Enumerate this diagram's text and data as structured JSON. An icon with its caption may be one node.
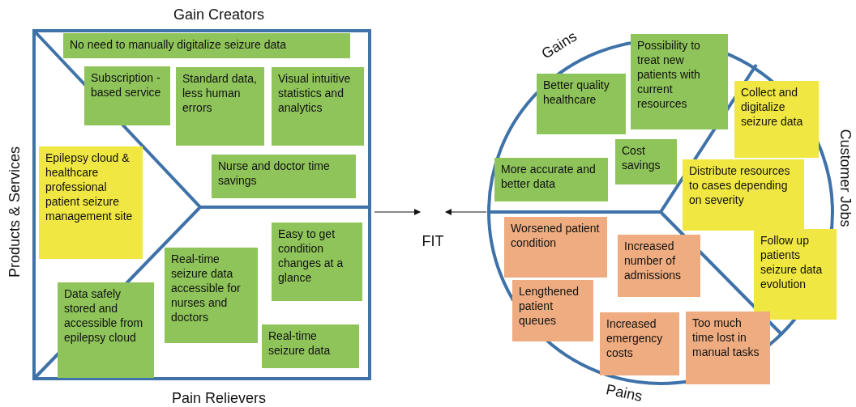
{
  "diagram": {
    "nodes": [
      {
        "text": [
          "Gain Creators",
          "Products & Services",
          "Pain Relievers"
        ]
      },
      {
        "text": [
          "No need to manually digitalize seizure data"
        ],
        "in": 0
      },
      {
        "text": [
          "Subscription -based service"
        ],
        "in": 0
      },
      {
        "text": [
          "Standard data, less human errors"
        ],
        "in": 0
      },
      {
        "text": [
          "Visual intuitive statistics and analytics"
        ],
        "in": 0
      },
      {
        "text": [
          "Epilepsy cloud & healthcare professional patient seizure management site"
        ],
        "in": 0
      },
      {
        "text": [
          "Nurse and doctor time savings"
        ],
        "in": 0
      },
      {
        "text": [
          "Easy to get condition changes at a glance"
        ],
        "in": 0
      },
      {
        "text": [
          "Real-time seizure data accessible for nurses and doctors"
        ],
        "in": 0
      },
      {
        "text": [
          "Data safely stored and accessible from epilepsy cloud"
        ],
        "in": 0
      },
      {
        "text": [
          "Real-time seizure data"
        ],
        "in": 0
      },
      {
        "text": [
          "FIT"
        ]
      },
      {
        "text": [
          "Gains",
          "Customer Jobs",
          "Pains"
        ]
      },
      {
        "text": [
          "Possibility to treat new patients with current resources"
        ],
        "in": 12
      },
      {
        "text": [
          "Better quality healthcare"
        ],
        "in": 12
      },
      {
        "text": [
          "Collect and digitalize seizure data"
        ],
        "in": 12
      },
      {
        "text": [
          "Cost savings"
        ],
        "in": 12
      },
      {
        "text": [
          "More accurate and better data"
        ],
        "in": 12
      },
      {
        "text": [
          "Distribute resources to cases depending on severity"
        ],
        "in": 12
      },
      {
        "text": [
          "Worsened patient condition"
        ],
        "in": 12
      },
      {
        "text": [
          "Increased number of admissions"
        ],
        "in": 12
      },
      {
        "text": [
          "Follow up patients seizure data evolution"
        ],
        "in": 12
      },
      {
        "text": [
          "Lengthened patient queues"
        ],
        "in": 12
      },
      {
        "text": [
          "Increased emergency costs"
        ],
        "in": 12
      },
      {
        "text": [
          "Too much time lost in manual tasks"
        ],
        "in": 12
      }
    ],
    "edges": [
      {
        "from": 0,
        "to": 11,
        "arrow": "to"
      },
      {
        "from": 12,
        "to": 11,
        "arrow": "to"
      }
    ]
  }
}
